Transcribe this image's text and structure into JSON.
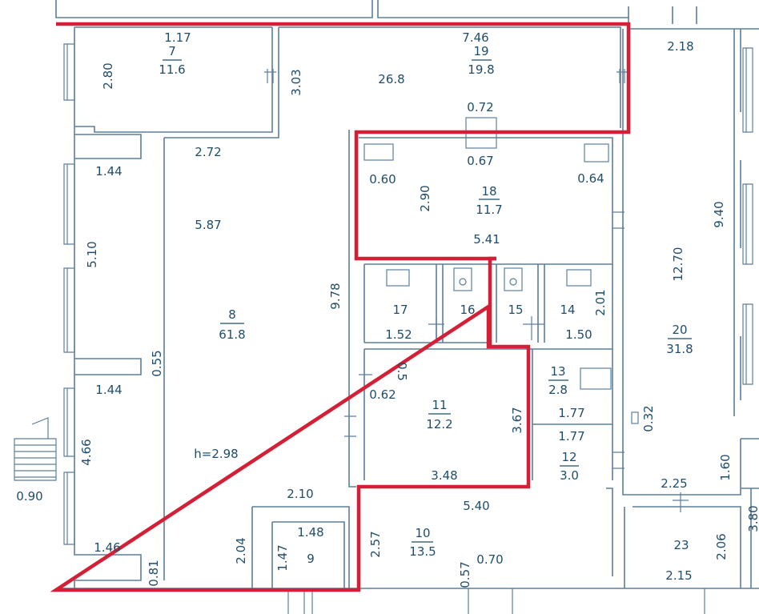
{
  "rooms": [
    {
      "id": "r7",
      "number": "7",
      "area": "11.6"
    },
    {
      "id": "r8",
      "number": "8",
      "area": "61.8"
    },
    {
      "id": "r9",
      "number": "9",
      "area": ""
    },
    {
      "id": "r10",
      "number": "10",
      "area": "13.5"
    },
    {
      "id": "r11",
      "number": "11",
      "area": "12.2"
    },
    {
      "id": "r12",
      "number": "12",
      "area": "3.0"
    },
    {
      "id": "r13",
      "number": "13",
      "area": "2.8"
    },
    {
      "id": "r14",
      "number": "14",
      "area": ""
    },
    {
      "id": "r15",
      "number": "15",
      "area": ""
    },
    {
      "id": "r16",
      "number": "16",
      "area": ""
    },
    {
      "id": "r17",
      "number": "17",
      "area": ""
    },
    {
      "id": "r18",
      "number": "18",
      "area": "11.7"
    },
    {
      "id": "r19",
      "number": "19",
      "area": "19.8"
    },
    {
      "id": "r20",
      "number": "20",
      "area": "31.8"
    },
    {
      "id": "r23",
      "number": "23",
      "area": ""
    }
  ],
  "dimensions": [
    "1.17",
    "7.46",
    "2.18",
    "2.80",
    "3.03",
    "26.8",
    "0.72",
    "2.72",
    "0.67",
    "1.44",
    "0.60",
    "2.90",
    "0.64",
    "9.40",
    "5.87",
    "5.10",
    "5.41",
    "12.70",
    "9.78",
    "2.01",
    "1.52",
    "1.50",
    "0.55",
    "0.62",
    "0.5",
    "1.44",
    "3.67",
    "1.77",
    "0.32",
    "4.66",
    "1.77",
    "h=2.98",
    "3.48",
    "1.60",
    "0.90",
    "2.25",
    "2.10",
    "5.40",
    "1.48",
    "3.80",
    "2.04",
    "2.57",
    "1.47",
    "2.06",
    "1.46",
    "0.70",
    "0.81",
    "0.57",
    "2.15"
  ]
}
